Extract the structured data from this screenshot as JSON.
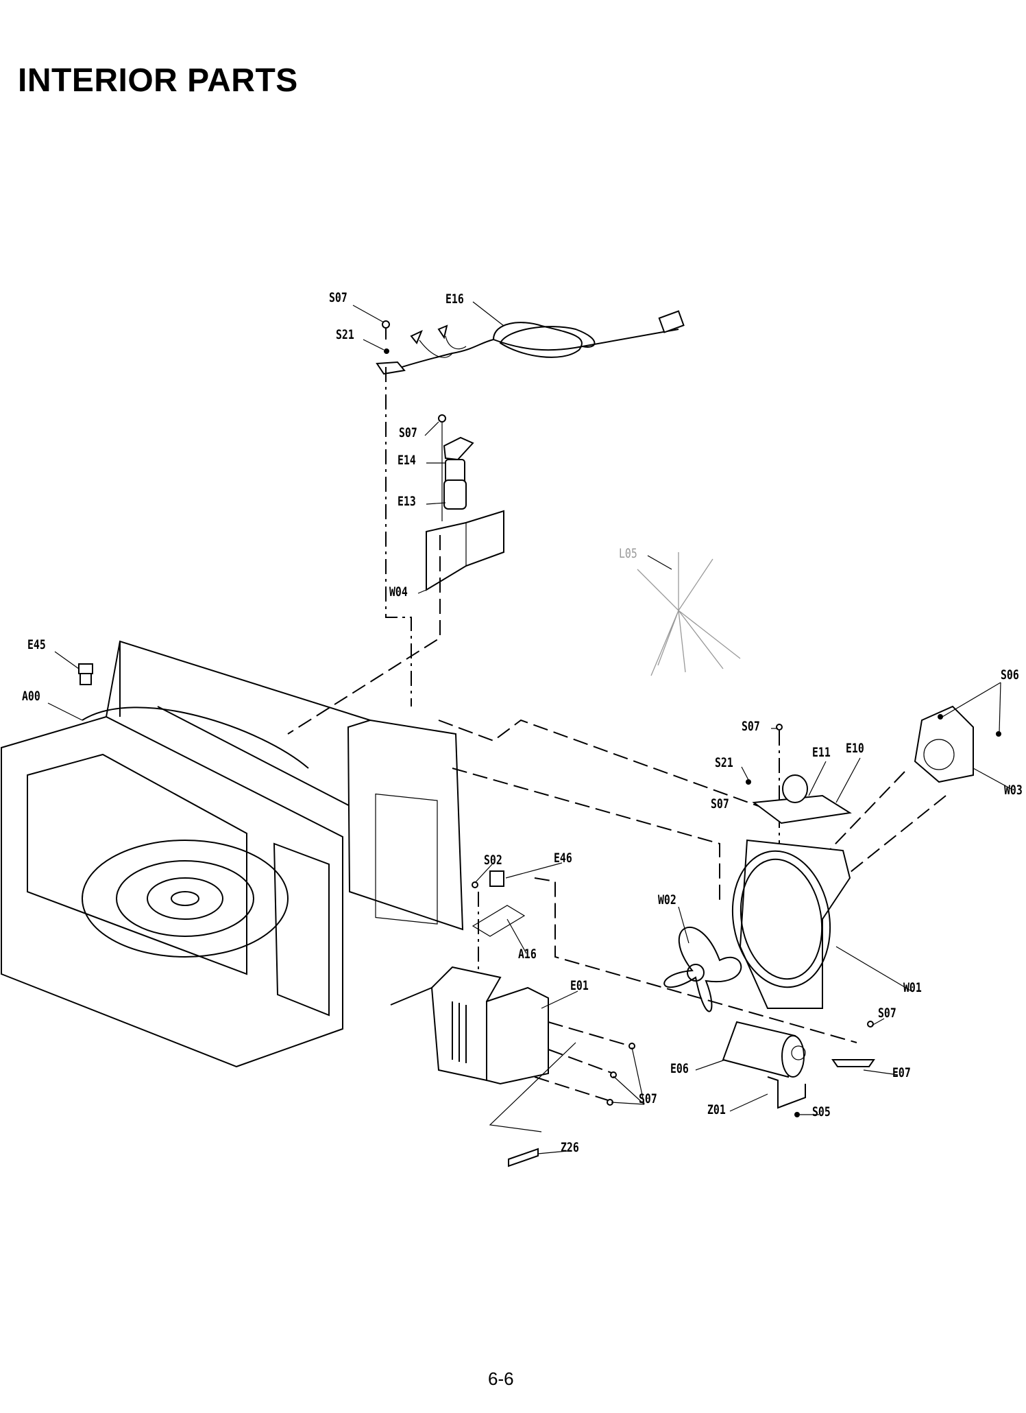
{
  "title": "INTERIOR PARTS",
  "page_number": "6-6",
  "parts": {
    "s07_a": "S07",
    "e16": "E16",
    "s21_a": "S21",
    "s07_b": "S07",
    "e14": "E14",
    "e13": "E13",
    "w04": "W04",
    "l05": "L05",
    "e45": "E45",
    "a00": "A00",
    "s06": "S06",
    "s07_c": "S07",
    "e11": "E11",
    "e10": "E10",
    "s21_b": "S21",
    "s07_d": "S07",
    "w03": "W03",
    "s02": "S02",
    "e46": "E46",
    "w02": "W02",
    "a16": "A16",
    "e01": "E01",
    "w01": "W01",
    "s07_e": "S07",
    "e06": "E06",
    "e07": "E07",
    "s07_f": "S07",
    "z01": "Z01",
    "s05": "S05",
    "z26": "Z26"
  }
}
